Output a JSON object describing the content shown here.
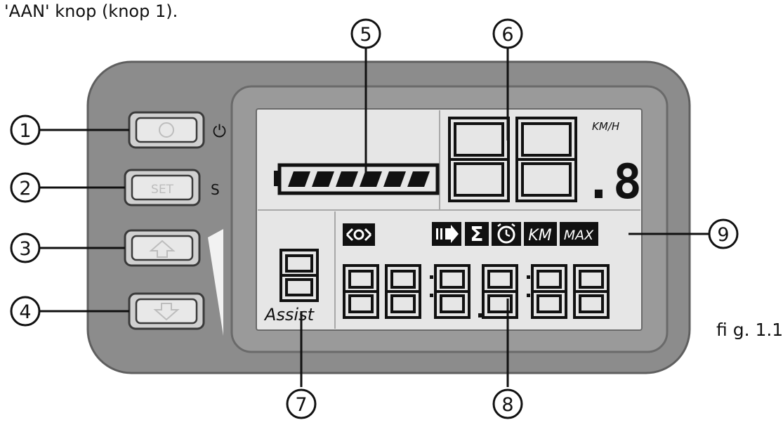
{
  "intro_text": "'AAN'  knop (knop 1).",
  "figure_label": "fi g. 1.1",
  "callouts": [
    "1",
    "2",
    "3",
    "4",
    "5",
    "6",
    "7",
    "8",
    "9"
  ],
  "buttons": {
    "set_label": "SET",
    "power_symbol": "⏻",
    "set_symbol": "S"
  },
  "display": {
    "speed_digits": "88",
    "speed_decimal": ".8",
    "speed_unit": "KM/H",
    "assist_digit": "8",
    "assist_label": "Assist",
    "main_readout": "88:8.8:88",
    "icons": {
      "km": "KM",
      "max": "MAX",
      "sigma": "Σ"
    },
    "battery_level": 1.0
  },
  "colors": {
    "bezel": "#8c8c8c",
    "bezel_edge": "#5f5f5f",
    "screen_frame": "#9a9a9a",
    "lcd": "#e6e6e6",
    "segment": "#111111"
  }
}
